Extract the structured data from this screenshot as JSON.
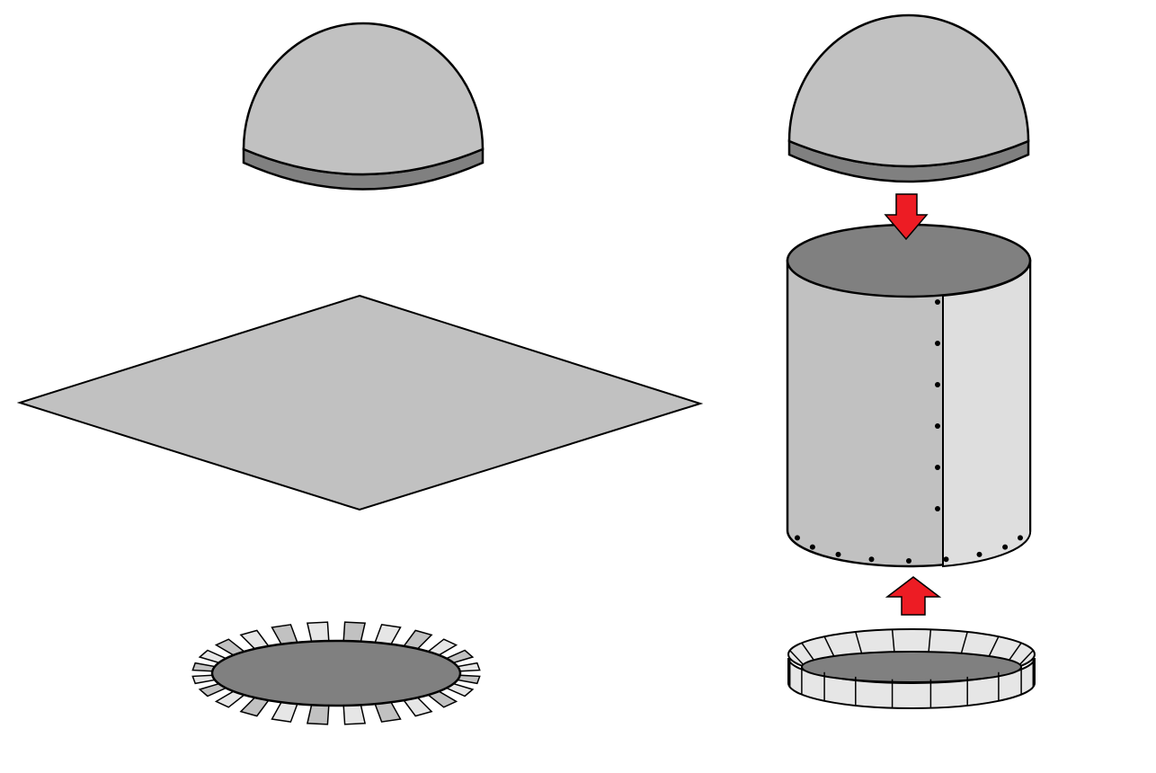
{
  "colors": {
    "background": "#ffffff",
    "outline": "#000000",
    "light_grey": "#c1c1c1",
    "dark_grey": "#808080",
    "pale_grey": "#dedede",
    "tab_grey": "#e6e6e6",
    "arrow_red": "#ed1c24"
  },
  "parts": {
    "left": [
      "dome-cap",
      "flat-sheet",
      "notched-base-disc"
    ],
    "right": [
      "dome-cap",
      "cylinder-body",
      "flanged-base-ring"
    ]
  },
  "arrows": [
    {
      "name": "down-arrow",
      "direction": "down"
    },
    {
      "name": "up-arrow",
      "direction": "up"
    }
  ],
  "cylinder": {
    "side_rivet_count": 6,
    "bottom_rivet_count": 9
  },
  "base_disc": {
    "tab_count": 24
  },
  "base_ring": {
    "segment_count": 20
  }
}
